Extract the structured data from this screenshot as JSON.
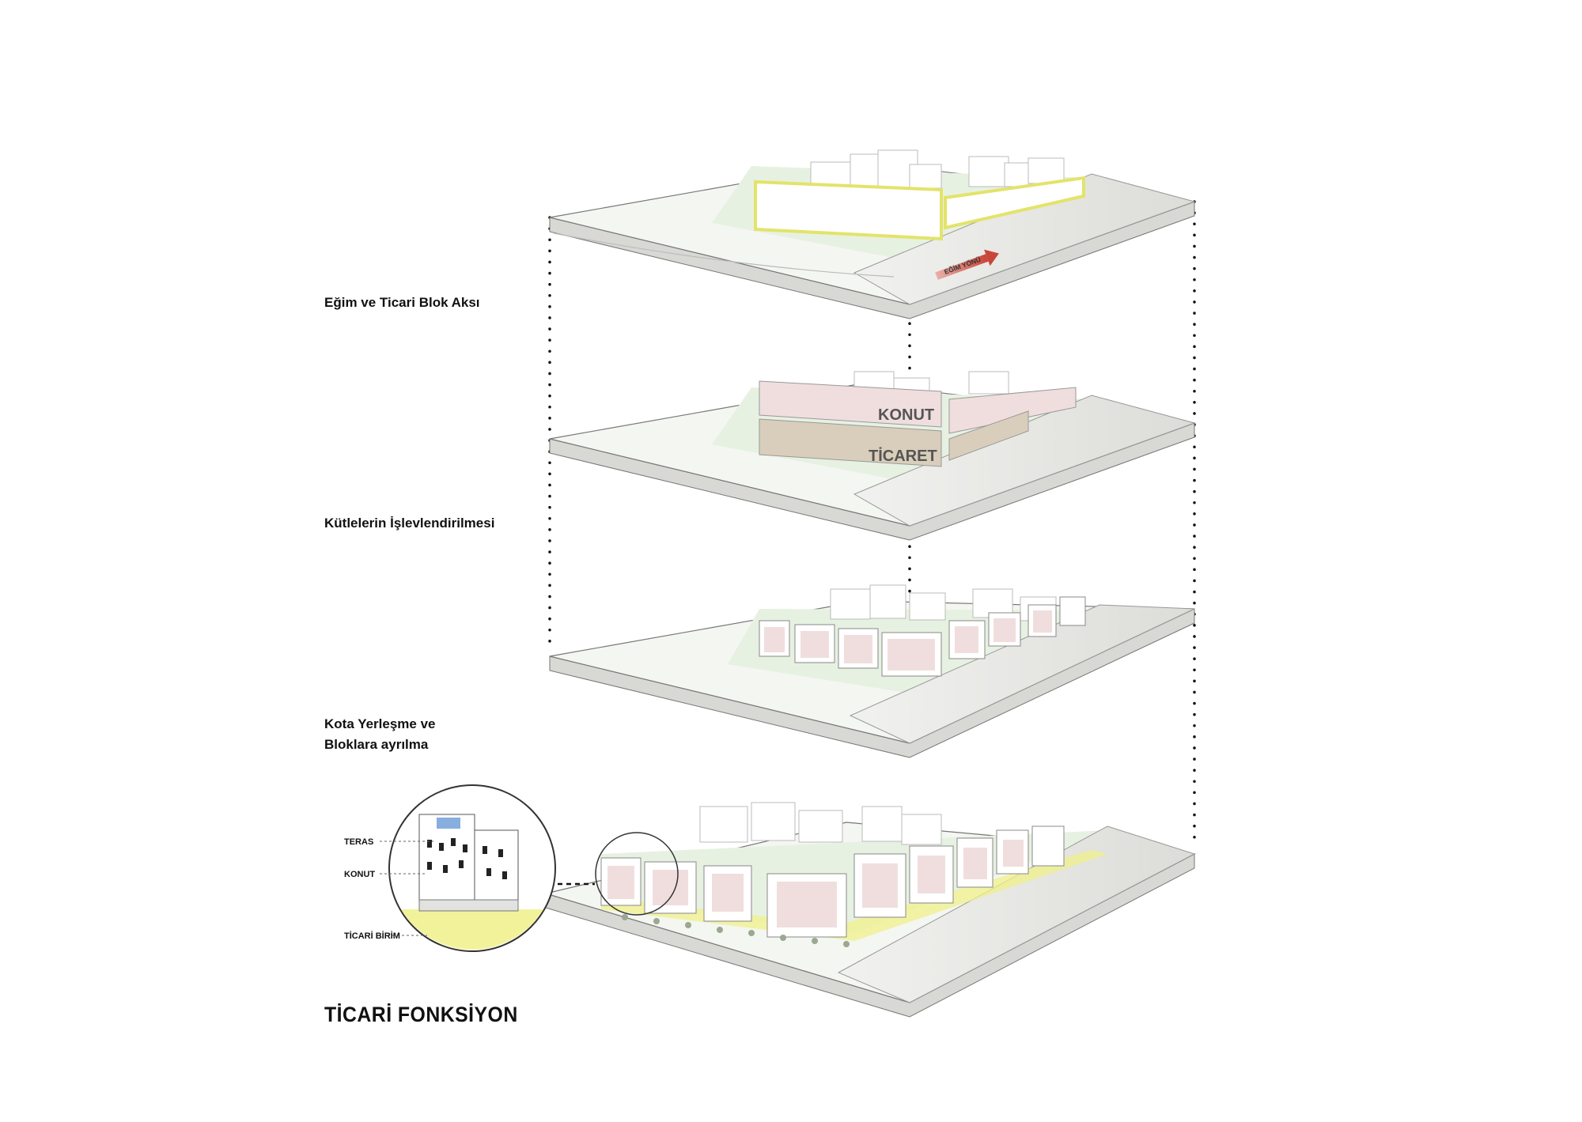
{
  "steps": [
    {
      "label": "Eğim ve Ticari Blok Aksı"
    },
    {
      "label": "Kütlelerin İşlevlendirilmesi"
    },
    {
      "label": "Kota Yerleşme ve\nBloklara ayrılma"
    }
  ],
  "slope_tag": "EĞİM YÖNÜ",
  "mass_labels": {
    "upper": "KONUT",
    "lower": "TİCARET"
  },
  "inset_callouts": {
    "roof": "TERAS",
    "middle": "KONUT",
    "ground": "TİCARİ BİRİM"
  },
  "title": "TİCARİ FONKSİYON",
  "colors": {
    "ground": "#e8f0e2",
    "road": "#eeeeec",
    "residential": "#f0dede",
    "commercial": "#d9cebb",
    "highlight": "#f0f08a",
    "slope_arrow": "#c9453a"
  }
}
